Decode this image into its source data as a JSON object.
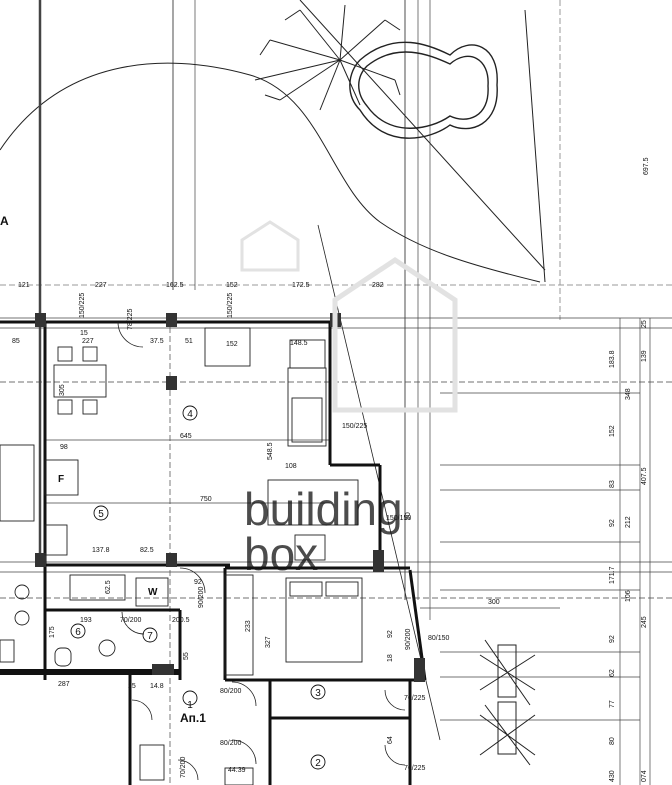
{
  "plan": {
    "apartment_label": "Ап.1",
    "side_letter": "A",
    "rooms": [
      "1",
      "2",
      "3",
      "4",
      "5",
      "6",
      "7"
    ],
    "fixture_labels": {
      "washer": "W",
      "fridge": "F"
    },
    "watermark": [
      "building",
      "box"
    ],
    "top_dims": [
      "121",
      "227",
      "162.5",
      "152",
      "172.5",
      "282"
    ],
    "window_tags": [
      "150/225",
      "150/225",
      "78/225",
      "150/225",
      "150/150",
      "80/150",
      "76/225",
      "76/225"
    ],
    "door_tags": [
      "90/200",
      "70/200",
      "80/200",
      "80/200",
      "70/200",
      "90/200"
    ],
    "interior_dims": [
      "15",
      "85",
      "227",
      "37.5",
      "51",
      "152",
      "148.5",
      "98",
      "645",
      "750",
      "548.5",
      "108",
      "137.8",
      "82.5",
      "193",
      "200.5",
      "92",
      "300",
      "287",
      "25",
      "14.8",
      "44.39",
      "305",
      "62.5",
      "55",
      "175",
      "327",
      "233",
      "64",
      "92",
      "90",
      "18"
    ],
    "right_dims": [
      "697.5",
      "25",
      "183.8",
      "139",
      "348",
      "152",
      "83",
      "407.5",
      "92",
      "212",
      "171.7",
      "106",
      "92",
      "245",
      "62",
      "77",
      "80",
      "430",
      "074"
    ]
  }
}
